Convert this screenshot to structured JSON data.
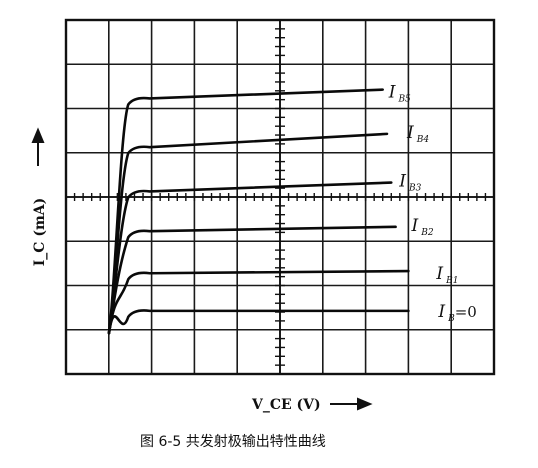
{
  "chart_data": {
    "type": "line",
    "xlabel": "V_CE (V)",
    "ylabel": "I_C (mA)",
    "caption": "图 6-5   共发射极输出特性曲线",
    "grid": true,
    "series": [
      {
        "name": "I_B5",
        "label_main": "I",
        "label_sub": "B5"
      },
      {
        "name": "I_B4",
        "label_main": "I",
        "label_sub": "B4"
      },
      {
        "name": "I_B3",
        "label_main": "I",
        "label_sub": "B3"
      },
      {
        "name": "I_B2",
        "label_main": "I",
        "label_sub": "B2"
      },
      {
        "name": "I_B1",
        "label_main": "I",
        "label_sub": "B1"
      },
      {
        "name": "I_B=0",
        "label_main": "I",
        "label_sub": "B",
        "label_suffix": "=0"
      }
    ],
    "x_unit_divisions": 10,
    "y_unit_divisions": 8,
    "curves_divisions": [
      {
        "knee_x": 0.45,
        "plateau_start": 5.3,
        "plateau_end": 5.5,
        "x_end": 7.4
      },
      {
        "knee_x": 0.45,
        "plateau_start": 4.2,
        "plateau_end": 4.5,
        "x_end": 7.5
      },
      {
        "knee_x": 0.45,
        "plateau_start": 3.2,
        "plateau_end": 3.4,
        "x_end": 7.6
      },
      {
        "knee_x": 0.45,
        "plateau_start": 2.3,
        "plateau_end": 2.4,
        "x_end": 7.7
      },
      {
        "knee_x": 0.45,
        "plateau_start": 1.35,
        "plateau_end": 1.4,
        "x_end": 8.0
      },
      {
        "knee_x": 0.45,
        "plateau_start": 0.5,
        "plateau_end": 0.5,
        "x_end": 8.0
      }
    ]
  }
}
